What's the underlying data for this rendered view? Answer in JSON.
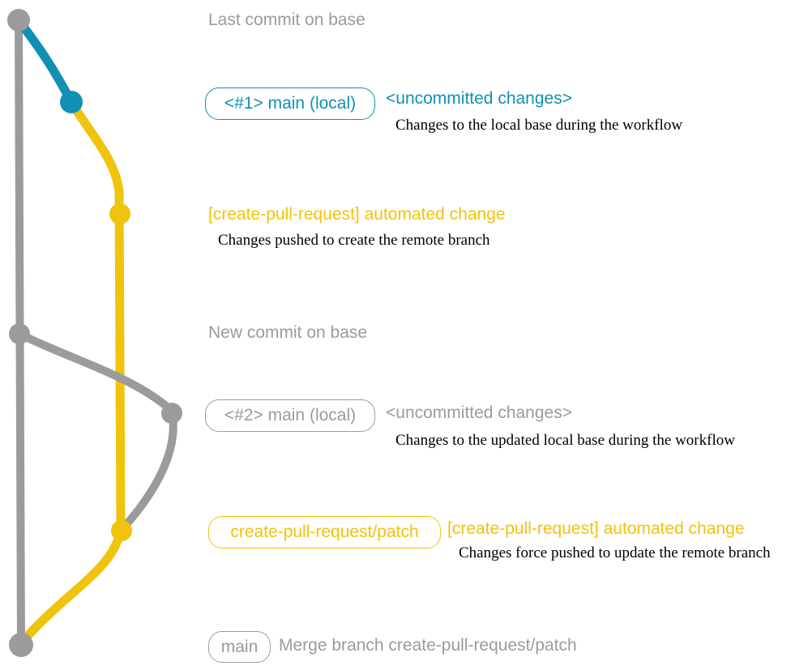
{
  "colors": {
    "gray": "#9b9b9b",
    "blue": "#0f90b4",
    "yellow": "#f0c30c",
    "desc_text": "#000000",
    "background": "#ffffff"
  },
  "graph": {
    "branches": [
      {
        "name": "main-base-line",
        "color": "#9b9b9b"
      },
      {
        "name": "uncommitted-changes-branch-1",
        "color": "#0f90b4"
      },
      {
        "name": "create-pull-request-patch-branch",
        "color": "#f0c30c"
      },
      {
        "name": "uncommitted-changes-branch-2",
        "color": "#9b9b9b"
      }
    ],
    "commit_dots": [
      {
        "name": "last-commit-on-base",
        "color": "#9b9b9b"
      },
      {
        "name": "uncommitted-changes-1",
        "color": "#0f90b4"
      },
      {
        "name": "automated-change-1",
        "color": "#f0c30c"
      },
      {
        "name": "new-commit-on-base",
        "color": "#9b9b9b"
      },
      {
        "name": "uncommitted-changes-2",
        "color": "#9b9b9b"
      },
      {
        "name": "automated-change-2",
        "color": "#f0c30c"
      },
      {
        "name": "merge-commit",
        "color": "#9b9b9b"
      }
    ]
  },
  "annotations": {
    "last_commit_label": "Last commit on base",
    "row1": {
      "badge": "<#1> main (local)",
      "note": "<uncommitted changes>",
      "desc": "Changes to the local base during the workflow"
    },
    "row2": {
      "label": "[create-pull-request] automated change",
      "desc": "Changes pushed to create the remote branch"
    },
    "new_commit_label": "New commit on base",
    "row3": {
      "badge": "<#2> main (local)",
      "note": "<uncommitted changes>",
      "desc": "Changes to the updated local base during the workflow"
    },
    "row4": {
      "badge": "create-pull-request/patch",
      "note": "[create-pull-request] automated change",
      "desc": "Changes force pushed to update the remote branch"
    },
    "row5": {
      "badge": "main",
      "note": "Merge branch create-pull-request/patch"
    }
  }
}
